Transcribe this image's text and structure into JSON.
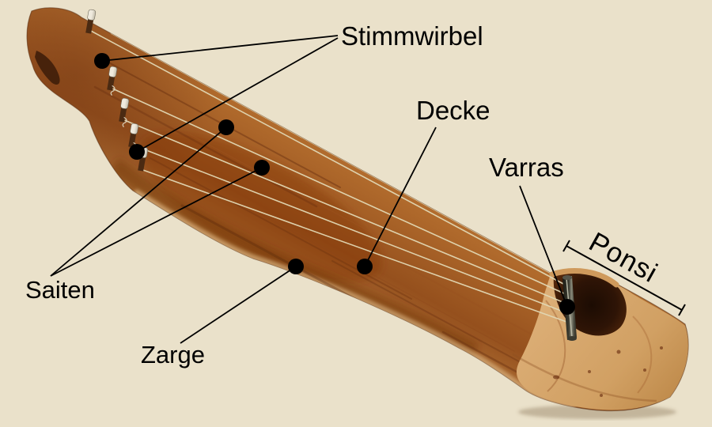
{
  "labels": {
    "stimmwirbel": "Stimmwirbel",
    "decke": "Decke",
    "varras": "Varras",
    "ponsi": "Ponsi",
    "saiten": "Saiten",
    "zarge": "Zarge"
  },
  "colors": {
    "background": "#EAE1CA",
    "annotation": "#000000",
    "wood_top_light": "#C58E50",
    "wood_top_mid": "#A86226",
    "wood_top_dark": "#8F4A1A",
    "wood_tail": "#D7A96F",
    "string": "#E2D8B4",
    "metal_rod": "#3C3C32",
    "peg_cap": "#D9D5C8",
    "ponsi_hollow": "#1C0C03"
  }
}
